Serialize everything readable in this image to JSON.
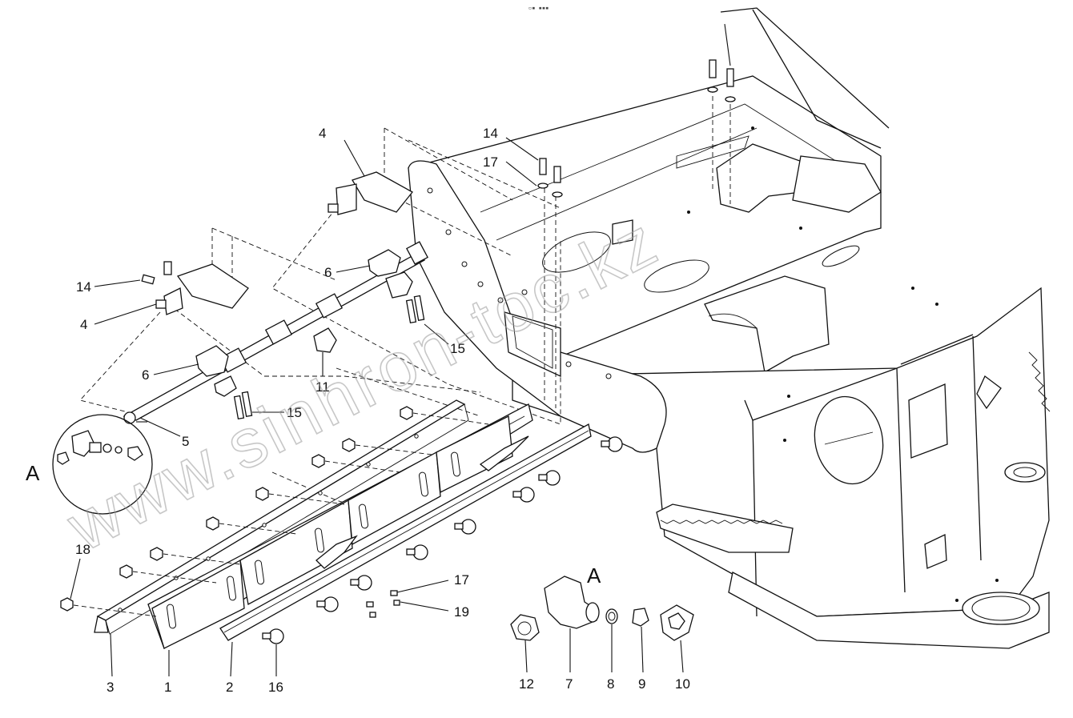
{
  "header": {
    "code": "▫▪ ▪▪▪"
  },
  "watermark": {
    "text": "www.sinhron-toc.kz"
  },
  "views": {
    "detail_main": "A",
    "detail_inset": "A"
  },
  "callouts": {
    "c1": "1",
    "c2": "2",
    "c3": "3",
    "c4a": "4",
    "c4b": "4",
    "c5": "5",
    "c6a": "6",
    "c6b": "6",
    "c7": "7",
    "c8": "8",
    "c9": "9",
    "c10": "10",
    "c11": "11",
    "c12": "12",
    "c14a": "14",
    "c14b": "14",
    "c15a": "15",
    "c15b": "15",
    "c16": "16",
    "c17a": "17",
    "c17b": "17",
    "c18": "18",
    "c19": "19"
  }
}
